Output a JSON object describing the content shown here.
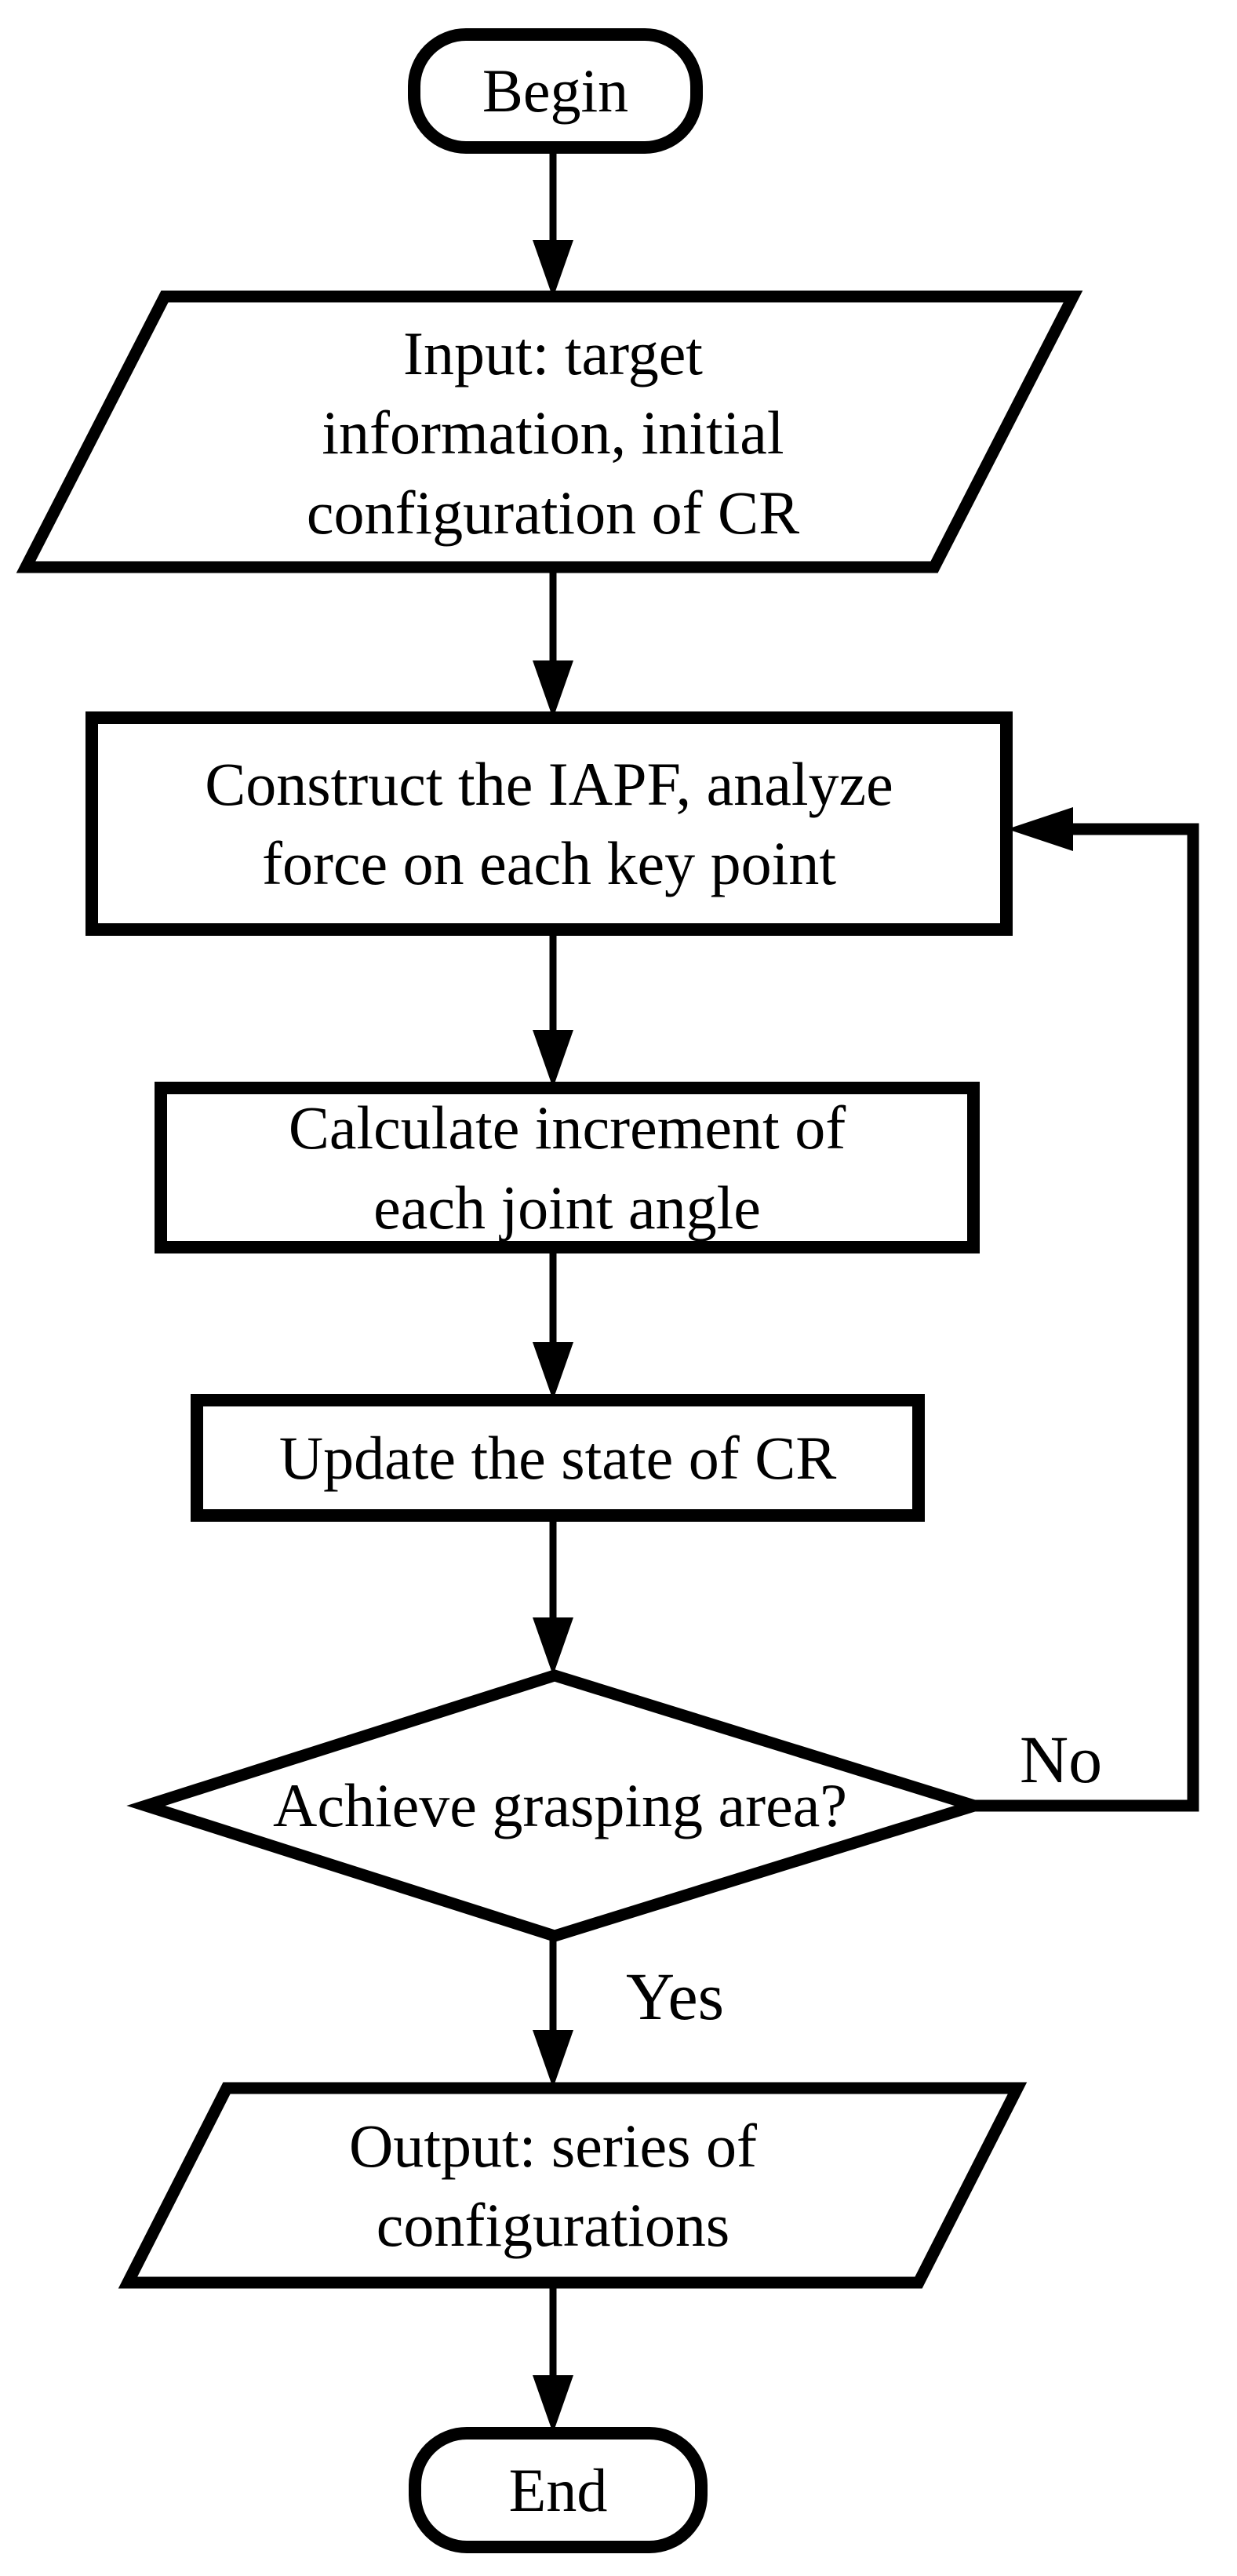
{
  "figure": {
    "type": "flowchart",
    "colors": {
      "background": "#ffffff",
      "shape_fill": "#ffffff",
      "stroke": "#000000",
      "text": "#000000"
    },
    "nodes": {
      "begin": {
        "shape": "stadium",
        "label": "Begin"
      },
      "input": {
        "shape": "parallelogram",
        "lines": [
          "Input: target",
          "information, initial",
          "configuration of CR"
        ]
      },
      "construct": {
        "shape": "process",
        "lines": [
          "Construct the IAPF, analyze",
          "force on each key point"
        ]
      },
      "calculate": {
        "shape": "process",
        "lines": [
          "Calculate increment of",
          "each joint angle"
        ]
      },
      "update": {
        "shape": "process",
        "label": "Update the state of CR"
      },
      "decision": {
        "shape": "decision",
        "label": "Achieve grasping area?"
      },
      "output": {
        "shape": "parallelogram",
        "lines": [
          "Output: series of",
          "configurations"
        ]
      },
      "end": {
        "shape": "stadium",
        "label": "End"
      }
    },
    "edges": [
      {
        "from": "begin",
        "to": "input",
        "label": ""
      },
      {
        "from": "input",
        "to": "construct",
        "label": ""
      },
      {
        "from": "construct",
        "to": "calculate",
        "label": ""
      },
      {
        "from": "calculate",
        "to": "update",
        "label": ""
      },
      {
        "from": "update",
        "to": "decision",
        "label": ""
      },
      {
        "from": "decision",
        "to": "output",
        "label": "Yes"
      },
      {
        "from": "decision",
        "to": "construct",
        "label": "No"
      },
      {
        "from": "output",
        "to": "end",
        "label": ""
      }
    ]
  }
}
